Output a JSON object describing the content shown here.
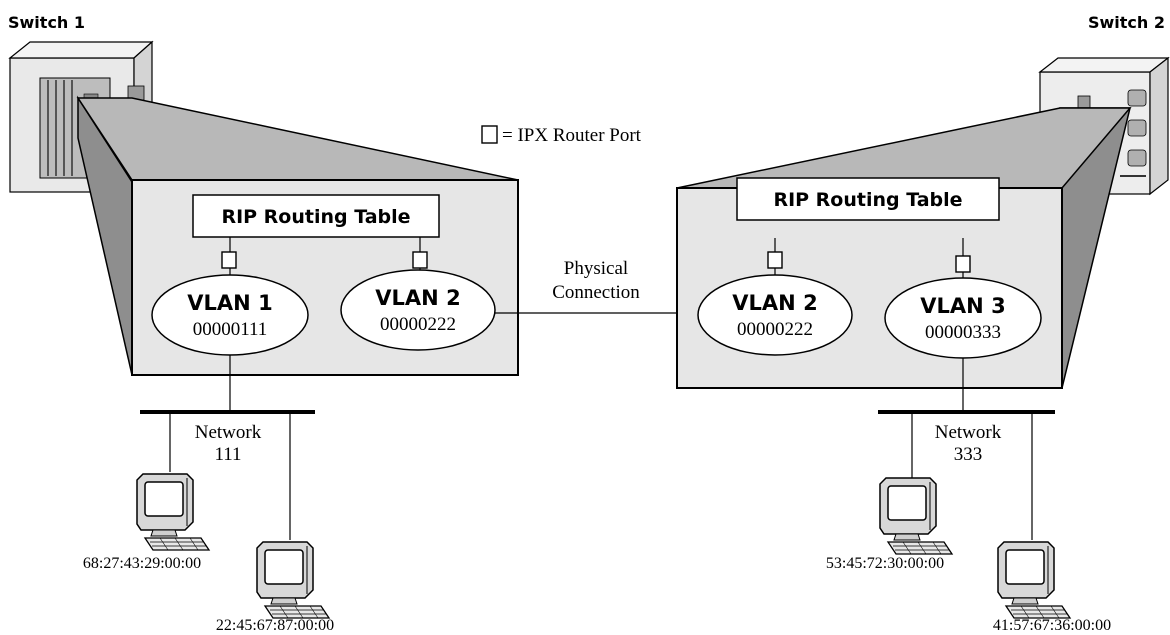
{
  "legend": {
    "text": "= IPX Router Port"
  },
  "physical_connection": {
    "line1": "Physical",
    "line2": "Connection"
  },
  "switch1": {
    "label": "Switch 1",
    "table": "RIP Routing Table",
    "vlans": [
      {
        "name": "VLAN 1",
        "network": "00000111"
      },
      {
        "name": "VLAN 2",
        "network": "00000222"
      }
    ],
    "network": {
      "line1": "Network",
      "line2": "111"
    },
    "hosts": [
      {
        "mac": "68:27:43:29:00:00"
      },
      {
        "mac": "22:45:67:87:00:00"
      }
    ]
  },
  "switch2": {
    "label": "Switch 2",
    "table": "RIP Routing Table",
    "vlans": [
      {
        "name": "VLAN 2",
        "network": "00000222"
      },
      {
        "name": "VLAN 3",
        "network": "00000333"
      }
    ],
    "network": {
      "line1": "Network",
      "line2": "333"
    },
    "hosts": [
      {
        "mac": "53:45:72:30:00:00"
      },
      {
        "mac": "41:57:67:36:00:00"
      }
    ]
  }
}
